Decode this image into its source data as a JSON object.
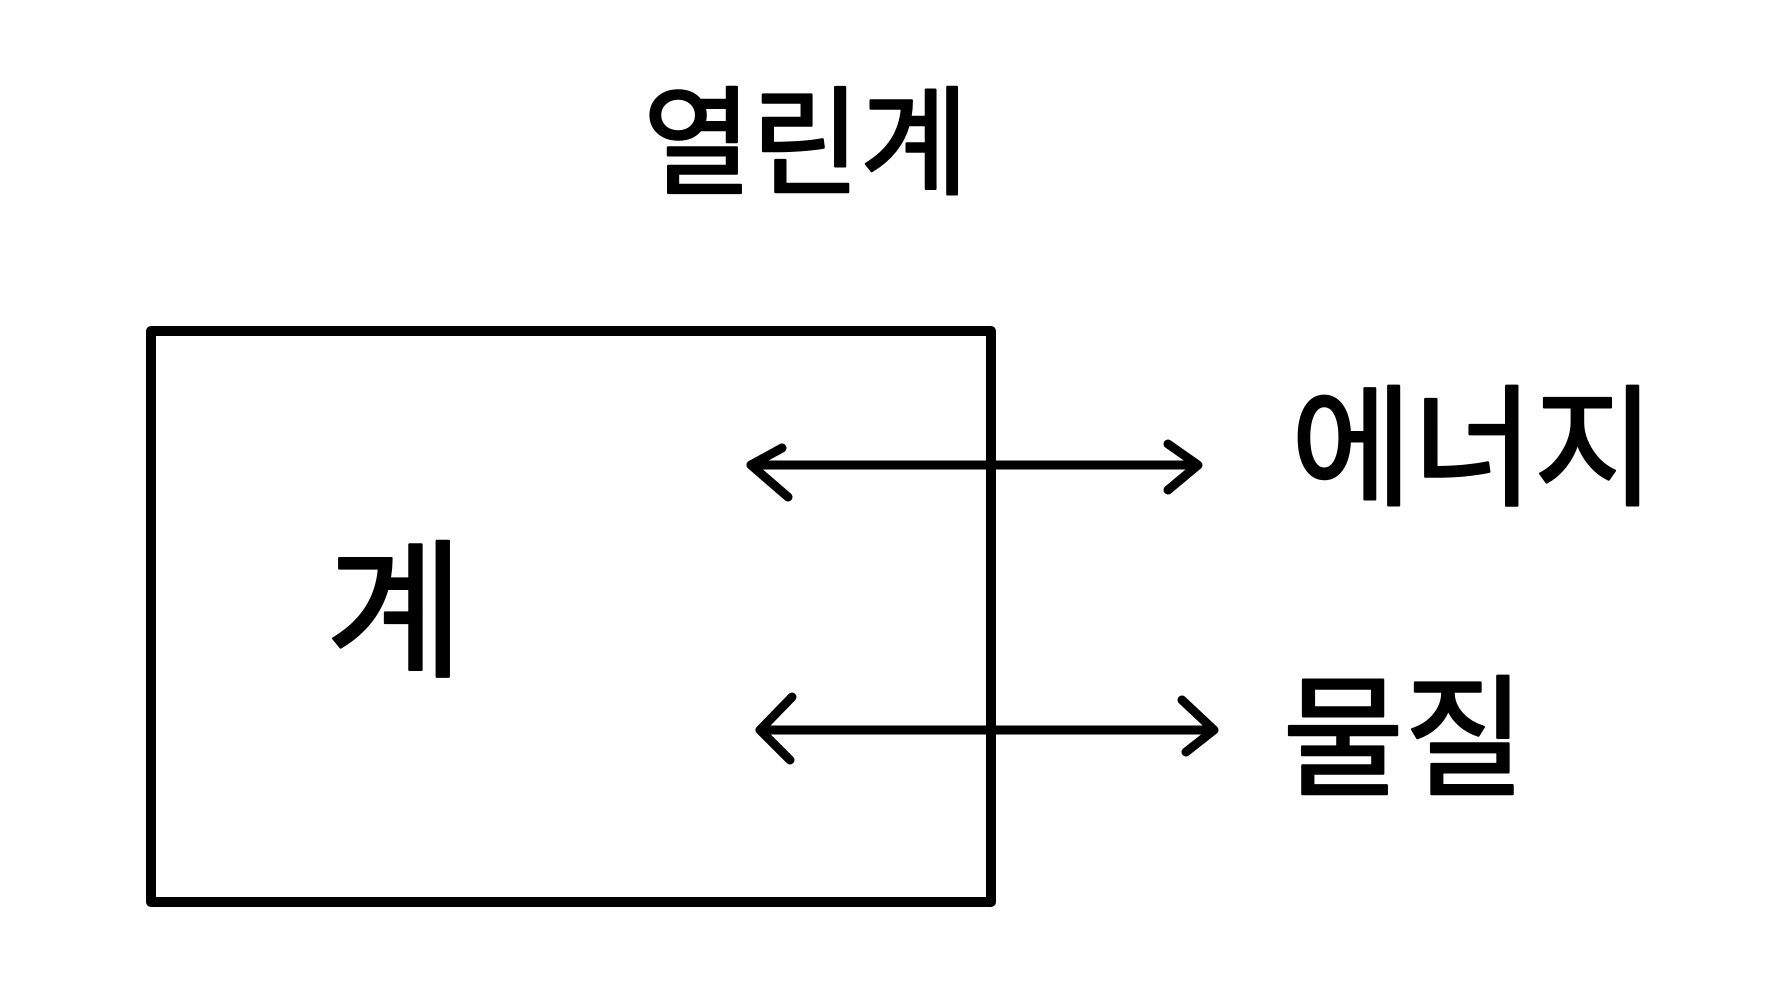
{
  "diagram": {
    "title": "열린계",
    "system_label": "계",
    "energy_label": "에너지",
    "matter_label": "물질",
    "colors": {
      "ink": "#000000",
      "background": "#ffffff"
    }
  }
}
